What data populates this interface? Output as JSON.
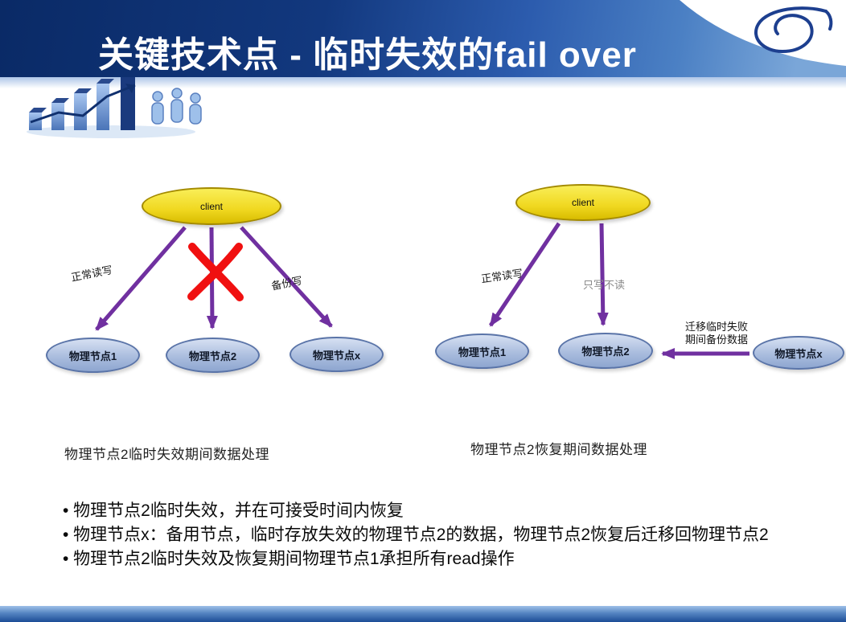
{
  "slide": {
    "title": "关键技术点 - 临时失效的fail over"
  },
  "left_diagram": {
    "client_label": "client",
    "nodes": [
      "物理节点1",
      "物理节点2",
      "物理节点x"
    ],
    "label_normal_rw": "正常读写",
    "label_backup_write": "备份写",
    "caption": "物理节点2临时失效期间数据处理"
  },
  "right_diagram": {
    "client_label": "client",
    "nodes": [
      "物理节点1",
      "物理节点2",
      "物理节点x"
    ],
    "label_normal_rw": "正常读写",
    "label_write_only": "只写不读",
    "migrate_label_line1": "迁移临时失败",
    "migrate_label_line2": "期间备份数据",
    "caption": "物理节点2恢复期间数据处理"
  },
  "bullets": [
    "• 物理节点2临时失效，并在可接受时间内恢复",
    "• 物理节点x：备用节点，临时存放失效的物理节点2的数据，物理节点2恢复后迁移回物理节点2",
    "• 物理节点2临时失效及恢复期间物理节点1承担所有read操作"
  ],
  "colors": {
    "header_blue_dark": "#0a2a66",
    "header_blue_light": "#7aa6d8",
    "arrow_purple": "#7030a0",
    "node_fill": "#aabdde",
    "node_border": "#5a74a8",
    "client_yellow": "#f0d820",
    "failure_red": "#f01010",
    "footer_blue": "#1c4c96"
  }
}
